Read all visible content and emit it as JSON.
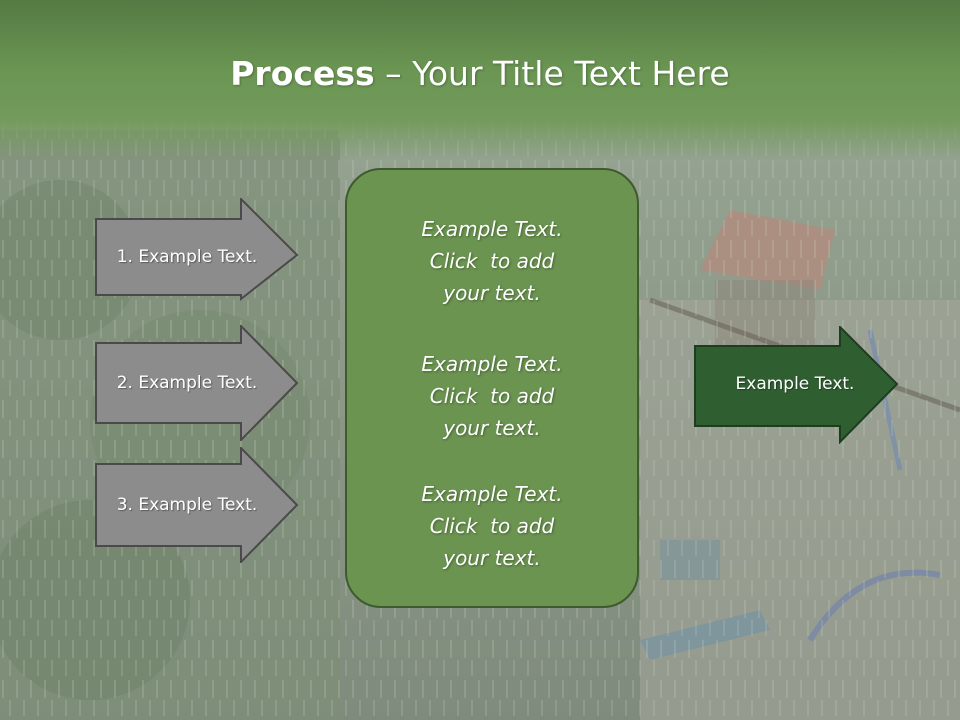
{
  "title": {
    "bold": "Process",
    "rest": " – Your Title Text Here"
  },
  "left_arrows": [
    {
      "label": "1. Example Text."
    },
    {
      "label": "2. Example Text."
    },
    {
      "label": "3. Example Text."
    }
  ],
  "center_blocks": [
    {
      "lines": [
        "Example Text.",
        "Click  to add",
        "your text."
      ]
    },
    {
      "lines": [
        "Example Text.",
        "Click  to add",
        "your text."
      ]
    },
    {
      "lines": [
        "Example Text.",
        "Click  to add",
        "your text."
      ]
    }
  ],
  "right_arrow": {
    "label": "Example Text."
  },
  "colors": {
    "header": "#6a9552",
    "left_arrow_fill": "#8c8c8c",
    "center_box_fill": "#6b9450",
    "right_arrow_fill": "#2f5f30"
  }
}
